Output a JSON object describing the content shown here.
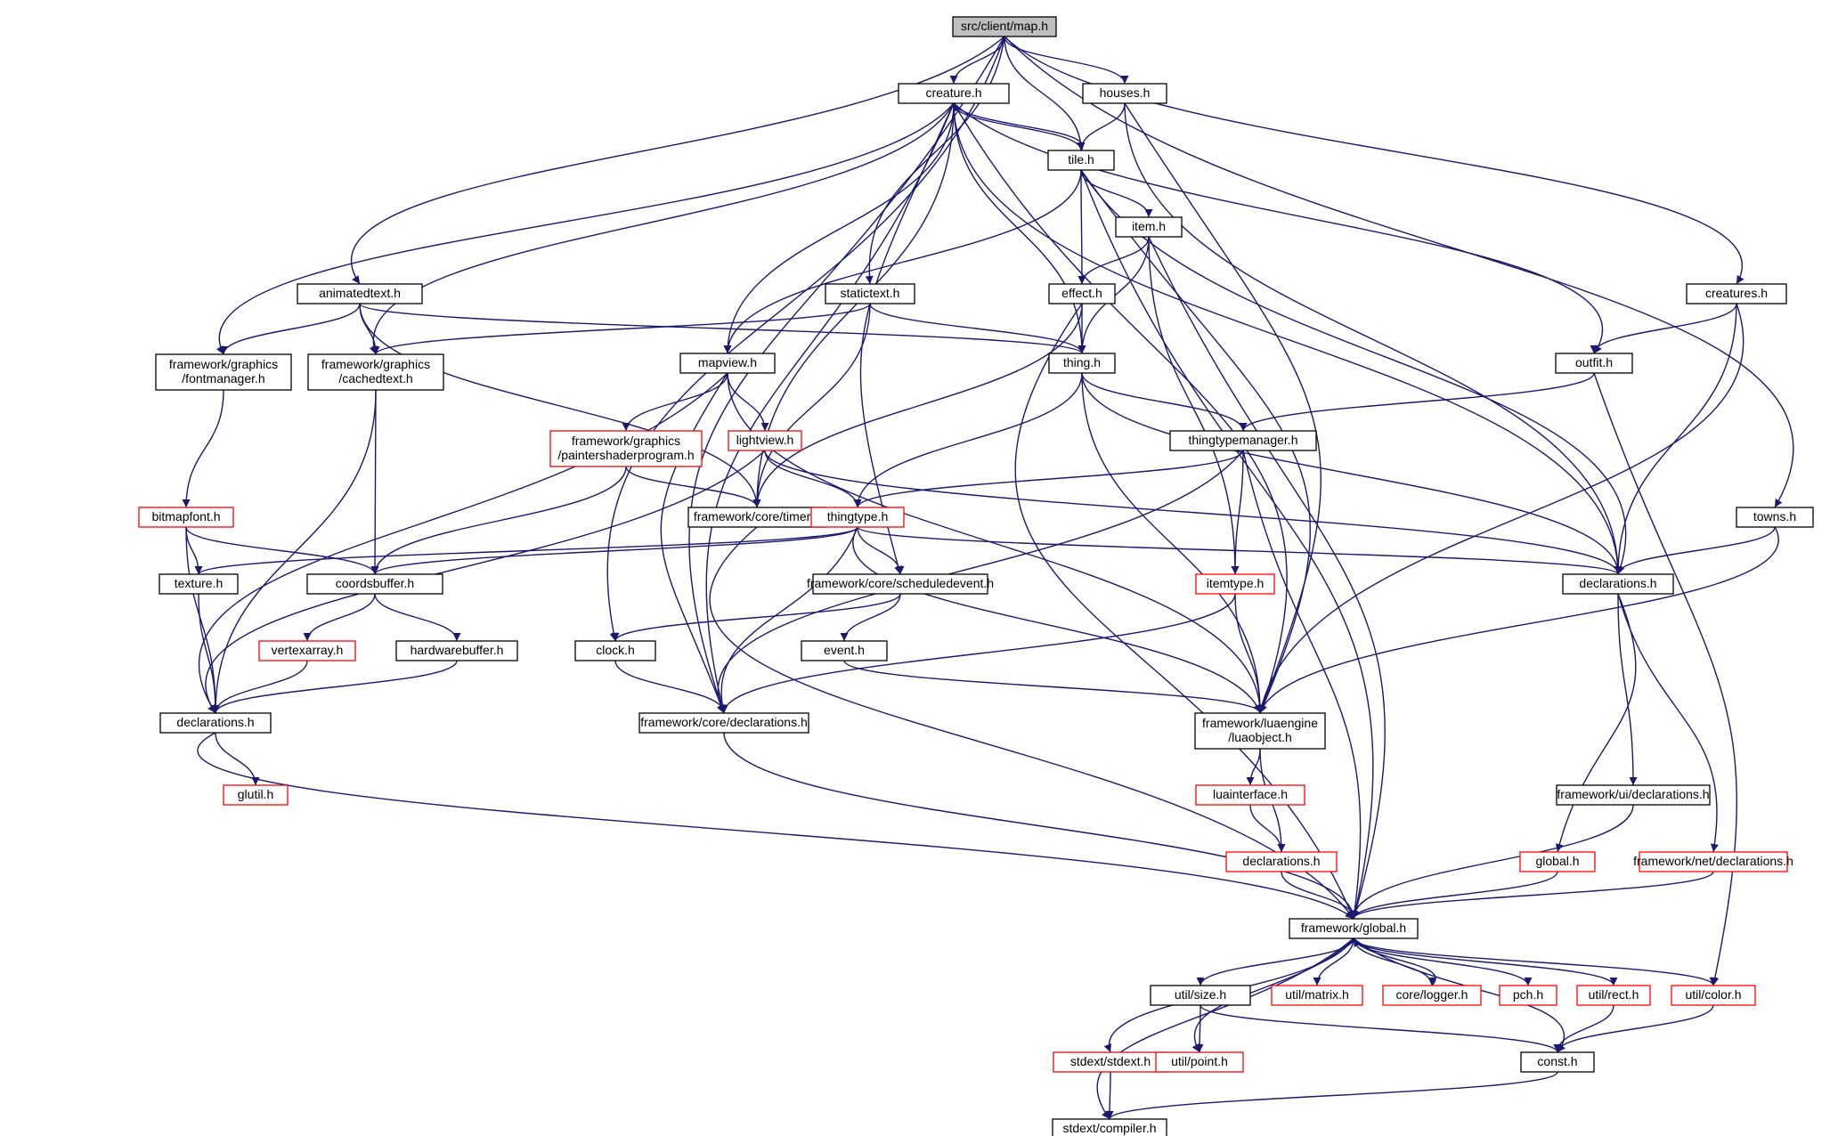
{
  "graph": {
    "colors": {
      "edge": "#191970",
      "node_border": "#000000",
      "node_border_truncated": "#ff0000",
      "root_fill": "#bfbfbf",
      "node_fill": "#ffffff",
      "text": "#000000"
    },
    "nodes": [
      {
        "id": "map",
        "lines": [
          "src/client/map.h"
        ],
        "root": true
      },
      {
        "id": "creature",
        "lines": [
          "creature.h"
        ]
      },
      {
        "id": "houses",
        "lines": [
          "houses.h"
        ]
      },
      {
        "id": "tile",
        "lines": [
          "tile.h"
        ]
      },
      {
        "id": "item",
        "lines": [
          "item.h"
        ]
      },
      {
        "id": "animatedtext",
        "lines": [
          "animatedtext.h"
        ]
      },
      {
        "id": "statictext",
        "lines": [
          "statictext.h"
        ]
      },
      {
        "id": "effect",
        "lines": [
          "effect.h"
        ]
      },
      {
        "id": "creatures",
        "lines": [
          "creatures.h"
        ]
      },
      {
        "id": "fontmanager",
        "lines": [
          "framework/graphics",
          "/fontmanager.h"
        ]
      },
      {
        "id": "cachedtext",
        "lines": [
          "framework/graphics",
          "/cachedtext.h"
        ]
      },
      {
        "id": "mapview",
        "lines": [
          "mapview.h"
        ]
      },
      {
        "id": "thing",
        "lines": [
          "thing.h"
        ]
      },
      {
        "id": "outfit",
        "lines": [
          "outfit.h"
        ]
      },
      {
        "id": "paintershader",
        "lines": [
          "framework/graphics",
          "/paintershaderprogram.h"
        ],
        "truncated": true
      },
      {
        "id": "lightview",
        "lines": [
          "lightview.h"
        ],
        "truncated": true
      },
      {
        "id": "thingtypemanager",
        "lines": [
          "thingtypemanager.h"
        ]
      },
      {
        "id": "bitmapfont",
        "lines": [
          "bitmapfont.h"
        ],
        "truncated": true
      },
      {
        "id": "timer",
        "lines": [
          "framework/core/timer.h"
        ]
      },
      {
        "id": "thingtype",
        "lines": [
          "thingtype.h"
        ],
        "truncated": true
      },
      {
        "id": "towns",
        "lines": [
          "towns.h"
        ]
      },
      {
        "id": "texture",
        "lines": [
          "texture.h"
        ]
      },
      {
        "id": "coordsbuffer",
        "lines": [
          "coordsbuffer.h"
        ]
      },
      {
        "id": "scheduledevent",
        "lines": [
          "framework/core/scheduledevent.h"
        ]
      },
      {
        "id": "itemtype",
        "lines": [
          "itemtype.h"
        ],
        "truncated": true
      },
      {
        "id": "declarations_client",
        "lines": [
          "declarations.h"
        ]
      },
      {
        "id": "vertexarray",
        "lines": [
          "vertexarray.h"
        ],
        "truncated": true
      },
      {
        "id": "hardwarebuffer",
        "lines": [
          "hardwarebuffer.h"
        ]
      },
      {
        "id": "clock",
        "lines": [
          "clock.h"
        ]
      },
      {
        "id": "event",
        "lines": [
          "event.h"
        ]
      },
      {
        "id": "declarations_graphics",
        "lines": [
          "declarations.h"
        ]
      },
      {
        "id": "core_declarations",
        "lines": [
          "framework/core/declarations.h"
        ]
      },
      {
        "id": "luaobject",
        "lines": [
          "framework/luaengine",
          "/luaobject.h"
        ]
      },
      {
        "id": "glutil",
        "lines": [
          "glutil.h"
        ],
        "truncated": true
      },
      {
        "id": "luainterface",
        "lines": [
          "luainterface.h"
        ],
        "truncated": true
      },
      {
        "id": "ui_declarations",
        "lines": [
          "framework/ui/declarations.h"
        ]
      },
      {
        "id": "declarations_lua",
        "lines": [
          "declarations.h"
        ],
        "truncated": true
      },
      {
        "id": "global_client",
        "lines": [
          "global.h"
        ],
        "truncated": true
      },
      {
        "id": "net_declarations",
        "lines": [
          "framework/net/declarations.h"
        ],
        "truncated": true
      },
      {
        "id": "framework_global",
        "lines": [
          "framework/global.h"
        ]
      },
      {
        "id": "size",
        "lines": [
          "util/size.h"
        ]
      },
      {
        "id": "matrix",
        "lines": [
          "util/matrix.h"
        ],
        "truncated": true
      },
      {
        "id": "logger",
        "lines": [
          "core/logger.h"
        ],
        "truncated": true
      },
      {
        "id": "pch",
        "lines": [
          "pch.h"
        ],
        "truncated": true
      },
      {
        "id": "rect",
        "lines": [
          "util/rect.h"
        ],
        "truncated": true
      },
      {
        "id": "color",
        "lines": [
          "util/color.h"
        ],
        "truncated": true
      },
      {
        "id": "stdext",
        "lines": [
          "stdext/stdext.h"
        ],
        "truncated": true
      },
      {
        "id": "point",
        "lines": [
          "util/point.h"
        ],
        "truncated": true
      },
      {
        "id": "const",
        "lines": [
          "const.h"
        ]
      },
      {
        "id": "compiler",
        "lines": [
          "stdext/compiler.h"
        ]
      }
    ],
    "edges": [
      [
        "map",
        "creature"
      ],
      [
        "map",
        "houses"
      ],
      [
        "map",
        "tile"
      ],
      [
        "map",
        "animatedtext"
      ],
      [
        "map",
        "statictext"
      ],
      [
        "map",
        "creatures"
      ],
      [
        "map",
        "towns"
      ],
      [
        "map",
        "clock"
      ],
      [
        "map",
        "core_declarations"
      ],
      [
        "creature",
        "tile"
      ],
      [
        "creature",
        "fontmanager"
      ],
      [
        "creature",
        "cachedtext"
      ],
      [
        "creature",
        "mapview"
      ],
      [
        "creature",
        "thing"
      ],
      [
        "creature",
        "outfit"
      ],
      [
        "creature",
        "timer"
      ],
      [
        "creature",
        "scheduledevent"
      ],
      [
        "creature",
        "core_declarations"
      ],
      [
        "creature",
        "luaobject"
      ],
      [
        "creature",
        "declarations_client"
      ],
      [
        "houses",
        "tile"
      ],
      [
        "houses",
        "declarations_client"
      ],
      [
        "houses",
        "luaobject"
      ],
      [
        "tile",
        "creature"
      ],
      [
        "tile",
        "item"
      ],
      [
        "tile",
        "effect"
      ],
      [
        "tile",
        "mapview"
      ],
      [
        "tile",
        "declarations_client"
      ],
      [
        "tile",
        "luaobject"
      ],
      [
        "tile",
        "framework_global"
      ],
      [
        "item",
        "effect"
      ],
      [
        "item",
        "thing"
      ],
      [
        "item",
        "itemtype"
      ],
      [
        "item",
        "framework_global"
      ],
      [
        "animatedtext",
        "fontmanager"
      ],
      [
        "animatedtext",
        "cachedtext"
      ],
      [
        "animatedtext",
        "thing"
      ],
      [
        "animatedtext",
        "timer"
      ],
      [
        "statictext",
        "cachedtext"
      ],
      [
        "statictext",
        "thing"
      ],
      [
        "statictext",
        "timer"
      ],
      [
        "effect",
        "thing"
      ],
      [
        "effect",
        "timer"
      ],
      [
        "effect",
        "framework_global"
      ],
      [
        "creatures",
        "outfit"
      ],
      [
        "creatures",
        "declarations_client"
      ],
      [
        "creatures",
        "luaobject"
      ],
      [
        "fontmanager",
        "bitmapfont"
      ],
      [
        "cachedtext",
        "coordsbuffer"
      ],
      [
        "cachedtext",
        "declarations_graphics"
      ],
      [
        "mapview",
        "paintershader"
      ],
      [
        "mapview",
        "lightview"
      ],
      [
        "mapview",
        "luaobject"
      ],
      [
        "mapview",
        "declarations_graphics"
      ],
      [
        "mapview",
        "core_declarations"
      ],
      [
        "thing",
        "thingtypemanager"
      ],
      [
        "thing",
        "thingtype"
      ],
      [
        "thing",
        "luaobject"
      ],
      [
        "thing",
        "declarations_client"
      ],
      [
        "outfit",
        "thingtypemanager"
      ],
      [
        "outfit",
        "color"
      ],
      [
        "paintershader",
        "coordsbuffer"
      ],
      [
        "paintershader",
        "timer"
      ],
      [
        "lightview",
        "thingtype"
      ],
      [
        "lightview",
        "declarations_client"
      ],
      [
        "lightview",
        "declarations_graphics"
      ],
      [
        "thingtypemanager",
        "thingtype"
      ],
      [
        "thingtypemanager",
        "itemtype"
      ],
      [
        "thingtypemanager",
        "core_declarations"
      ],
      [
        "thingtypemanager",
        "framework_global"
      ],
      [
        "bitmapfont",
        "texture"
      ],
      [
        "bitmapfont",
        "coordsbuffer"
      ],
      [
        "bitmapfont",
        "declarations_graphics"
      ],
      [
        "timer",
        "framework_global"
      ],
      [
        "thingtype",
        "texture"
      ],
      [
        "thingtype",
        "coordsbuffer"
      ],
      [
        "thingtype",
        "scheduledevent"
      ],
      [
        "thingtype",
        "declarations_client"
      ],
      [
        "thingtype",
        "luaobject"
      ],
      [
        "thingtype",
        "core_declarations"
      ],
      [
        "towns",
        "declarations_client"
      ],
      [
        "towns",
        "luaobject"
      ],
      [
        "texture",
        "declarations_graphics"
      ],
      [
        "coordsbuffer",
        "vertexarray"
      ],
      [
        "coordsbuffer",
        "hardwarebuffer"
      ],
      [
        "scheduledevent",
        "event"
      ],
      [
        "scheduledevent",
        "clock"
      ],
      [
        "itemtype",
        "luaobject"
      ],
      [
        "itemtype",
        "core_declarations"
      ],
      [
        "declarations_client",
        "ui_declarations"
      ],
      [
        "declarations_client",
        "global_client"
      ],
      [
        "declarations_client",
        "net_declarations"
      ],
      [
        "vertexarray",
        "declarations_graphics"
      ],
      [
        "hardwarebuffer",
        "declarations_graphics"
      ],
      [
        "clock",
        "core_declarations"
      ],
      [
        "event",
        "luaobject"
      ],
      [
        "declarations_graphics",
        "glutil"
      ],
      [
        "declarations_graphics",
        "framework_global"
      ],
      [
        "core_declarations",
        "framework_global"
      ],
      [
        "luaobject",
        "luainterface"
      ],
      [
        "luaobject",
        "declarations_lua"
      ],
      [
        "luainterface",
        "declarations_lua"
      ],
      [
        "declarations_lua",
        "framework_global"
      ],
      [
        "ui_declarations",
        "framework_global"
      ],
      [
        "global_client",
        "framework_global"
      ],
      [
        "net_declarations",
        "framework_global"
      ],
      [
        "framework_global",
        "size"
      ],
      [
        "framework_global",
        "matrix"
      ],
      [
        "framework_global",
        "logger"
      ],
      [
        "framework_global",
        "pch"
      ],
      [
        "framework_global",
        "rect"
      ],
      [
        "framework_global",
        "color"
      ],
      [
        "framework_global",
        "stdext"
      ],
      [
        "framework_global",
        "point"
      ],
      [
        "framework_global",
        "const"
      ],
      [
        "framework_global",
        "compiler"
      ],
      [
        "logger",
        "framework_global"
      ],
      [
        "size",
        "point"
      ],
      [
        "size",
        "const"
      ],
      [
        "rect",
        "const"
      ],
      [
        "color",
        "const"
      ],
      [
        "stdext",
        "compiler"
      ],
      [
        "const",
        "compiler"
      ]
    ]
  }
}
